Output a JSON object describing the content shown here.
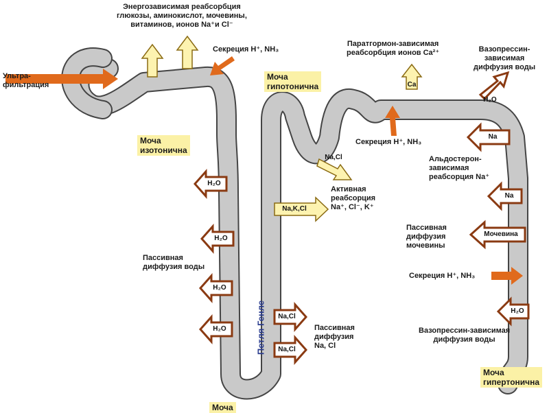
{
  "labels": {
    "energy_reabsorption": [
      "Энергозависимая реабсорбция",
      "глюкозы, аминокислот, мочевины,",
      "витаминов, ионов Na⁺и Cl⁻"
    ],
    "ultrafiltration": [
      "Ультра-",
      "фильтрация"
    ],
    "secretion_top": "Секреция H⁺, NH₃",
    "urine_hypotonic": [
      "Моча",
      "гипотонична"
    ],
    "parathormone": [
      "Паратгормон-зависимая",
      "реабсорбция ионов Ca²⁺"
    ],
    "vasopressin_top": [
      "Вазопрессин-",
      "зависимая",
      "диффузия воды"
    ],
    "urine_isotonic": [
      "Моча",
      "изотонична"
    ],
    "secretion_mid": "Секреция H⁺, NH₃",
    "aldosterone": [
      "Альдостерон-",
      "зависимая",
      "реабсорция Na⁺"
    ],
    "active_reabsorption": [
      "Активная",
      "реабсорция",
      "Na⁺, Cl⁻, K⁺"
    ],
    "passive_water": [
      "Пассивная",
      "диффузия воды"
    ],
    "passive_urea": [
      "Пассивная",
      "диффузия",
      "мочевины"
    ],
    "secretion_right": "Секреция H⁺, NH₃",
    "passive_nacl": [
      "Пассивная",
      "диффузия",
      "Na, Cl"
    ],
    "vasopressin_bottom": [
      "Вазопрессин-зависимая",
      "диффузия воды"
    ],
    "henle": "Петля Генле",
    "urine_hypertonic": [
      "Моча",
      "гипертонична"
    ],
    "urine_bottom": "Моча"
  },
  "tags": {
    "h2o": "H₂O",
    "na": "Na",
    "nacl": "Na,Cl",
    "nakcl": "Na,K,Cl",
    "ca": "Ca",
    "urea": "Мочевина"
  },
  "colors": {
    "tubule": "#c9c9c9",
    "tubule_edge": "#444444",
    "arrow_orange": "#e06a1c",
    "arrow_yellow": "#fdf3b0",
    "arrow_white_edge": "#8a3a12",
    "highlight": "#fbf1a6",
    "henle_text": "#2b3d8f"
  }
}
